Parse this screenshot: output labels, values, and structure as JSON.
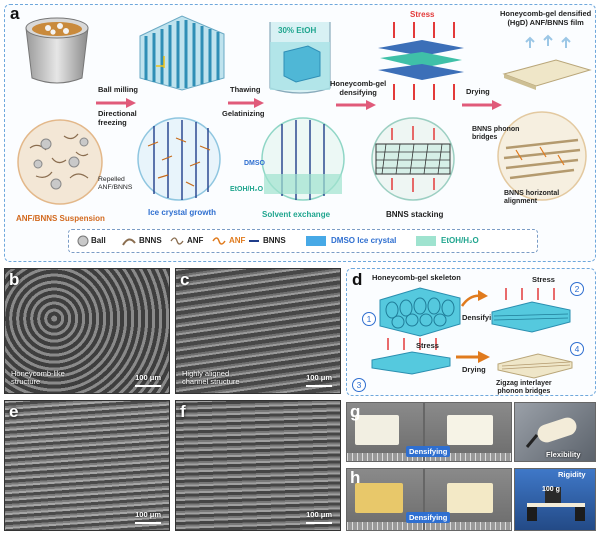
{
  "panel_a": {
    "letter": "a",
    "steps": {
      "ball_milling": "Ball milling",
      "directional_freezing": "Directional\nfreezing",
      "thawing": "Thawing",
      "gelatinizing": "Gelatinizing",
      "ethanol_bath": "30% EtOH",
      "stress": "Stress",
      "densifying": "Honeycomb-gel\ndensifying",
      "drying": "Drying",
      "film_title": "Honeycomb-gel densified\n(HgD) ANF/BNNS film"
    },
    "captions": {
      "suspension": "ANF/BNNS Suspension",
      "ice_growth": "Ice crystal growth",
      "solvent_exchange": "Solvent exchange",
      "stacking": "BNNS stacking"
    },
    "annotations": {
      "repelled": "Repelled\nANF/BNNS",
      "dmso": "DMSO",
      "etoh_h2o": "EtOH/H₂O",
      "phonon_bridges": "BNNS phonon\nbridges",
      "horizontal_alignment": "BNNS horizontal\nalignment"
    },
    "legend": {
      "ball": "Ball",
      "bnns": "BNNS",
      "anf": "ANF",
      "anf_bnns_anf": "ANF",
      "anf_bnns_bnns": "BNNS",
      "dmso_ice": "DMSO Ice crystal",
      "etoh_h2o": "EtOH/H₂O"
    }
  },
  "sem": {
    "b": {
      "letter": "b",
      "label": "Honeycomb-like\nstructure",
      "scale": "100 μm"
    },
    "c": {
      "letter": "c",
      "label": "Highly aligned\nchannel structure",
      "scale": "100 μm"
    },
    "e": {
      "letter": "e",
      "label": "",
      "scale": "100 μm"
    },
    "f": {
      "letter": "f",
      "label": "",
      "scale": "100 μm"
    }
  },
  "panel_d": {
    "letter": "d",
    "skeleton": "Honeycomb-gel skeleton",
    "stress_top": "Stress",
    "densifying": "Densifying",
    "stress_bottom": "Stress",
    "drying": "Drying",
    "bridges": "Zigzag interlayer\nphonon bridges",
    "nums": [
      "1",
      "2",
      "3",
      "4"
    ]
  },
  "panel_g": {
    "letter": "g",
    "densifying": "Densifying",
    "flexibility": "Flexibility"
  },
  "panel_h": {
    "letter": "h",
    "densifying": "Densifying",
    "rigidity": "Rigidity",
    "weight": "100 g"
  },
  "colors": {
    "accent_blue": "#2f6fd0",
    "orange": "#e07b1e",
    "teal": "#35c3b0",
    "red_arrow": "#e33a3a"
  }
}
